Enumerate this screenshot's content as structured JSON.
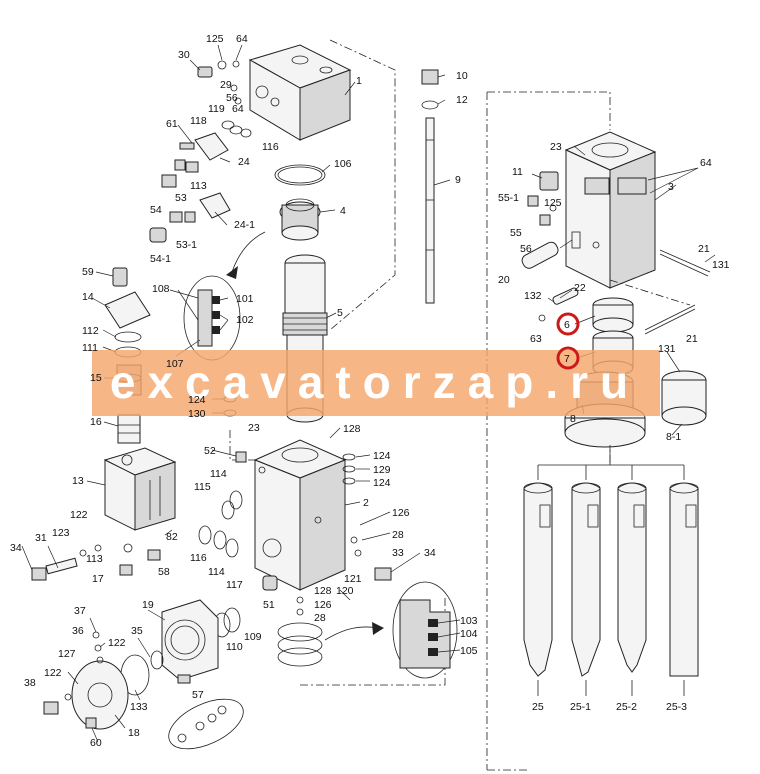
{
  "labels": {
    "l30": "30",
    "l125a": "125",
    "l64a": "64",
    "l1": "1",
    "l29": "29",
    "l56a": "56",
    "l64b": "64",
    "l119": "119",
    "l118": "118",
    "l116": "116",
    "l61": "61",
    "l24": "24",
    "l113": "113",
    "l53": "53",
    "l54": "54",
    "l24_1": "24-1",
    "l53_1": "53-1",
    "l54_1": "54-1",
    "l106": "106",
    "l4": "4",
    "l5": "5",
    "l10": "10",
    "l12": "12",
    "l9": "9",
    "l59": "59",
    "l14": "14",
    "l108": "108",
    "l101": "101",
    "l102": "102",
    "l107": "107",
    "l112": "112",
    "l111": "111",
    "l15": "15",
    "l16": "16",
    "l124a": "124",
    "l130": "130",
    "l23a": "23",
    "l128a": "128",
    "l124b": "124",
    "l129": "129",
    "l124c": "124",
    "l52": "52",
    "l114a": "114",
    "l115": "115",
    "l2": "2",
    "l13": "13",
    "l122a": "122",
    "l123": "123",
    "l82": "82",
    "l126a": "126",
    "l28a": "28",
    "l33": "33",
    "l34a": "34",
    "l31": "31",
    "l34b": "34",
    "l113b": "113",
    "l17": "17",
    "l58": "58",
    "l116b": "116",
    "l114b": "114",
    "l117": "117",
    "l121": "121",
    "l120": "120",
    "l128b": "128",
    "l126b": "126",
    "l28b": "28",
    "l51": "51",
    "l37": "37",
    "l36": "36",
    "l122b": "122",
    "l35": "35",
    "l19": "19",
    "l127": "127",
    "l122c": "122",
    "l38": "38",
    "l133": "133",
    "l57": "57",
    "l110": "110",
    "l109": "109",
    "l60": "60",
    "l18": "18",
    "l103": "103",
    "l104": "104",
    "l105": "105",
    "l23b": "23",
    "l64c": "64",
    "l11": "11",
    "l3": "3",
    "l55_1": "55-1",
    "l125b": "125",
    "l55": "55",
    "l56b": "56",
    "l21a": "21",
    "l131a": "131",
    "l20": "20",
    "l22": "22",
    "l132": "132",
    "l6": "6",
    "l63": "63",
    "l21b": "21",
    "l7": "7",
    "l131b": "131",
    "l8": "8",
    "l8_1": "8-1",
    "l25": "25",
    "l25_1": "25-1",
    "l25_2": "25-2",
    "l25_3": "25-3"
  },
  "watermark": "excavatorzap.ru",
  "colors": {
    "watermark_band": "#f5a66b",
    "highlight_circle": "#cc1a1a",
    "line": "#222222",
    "label": "#111111"
  }
}
